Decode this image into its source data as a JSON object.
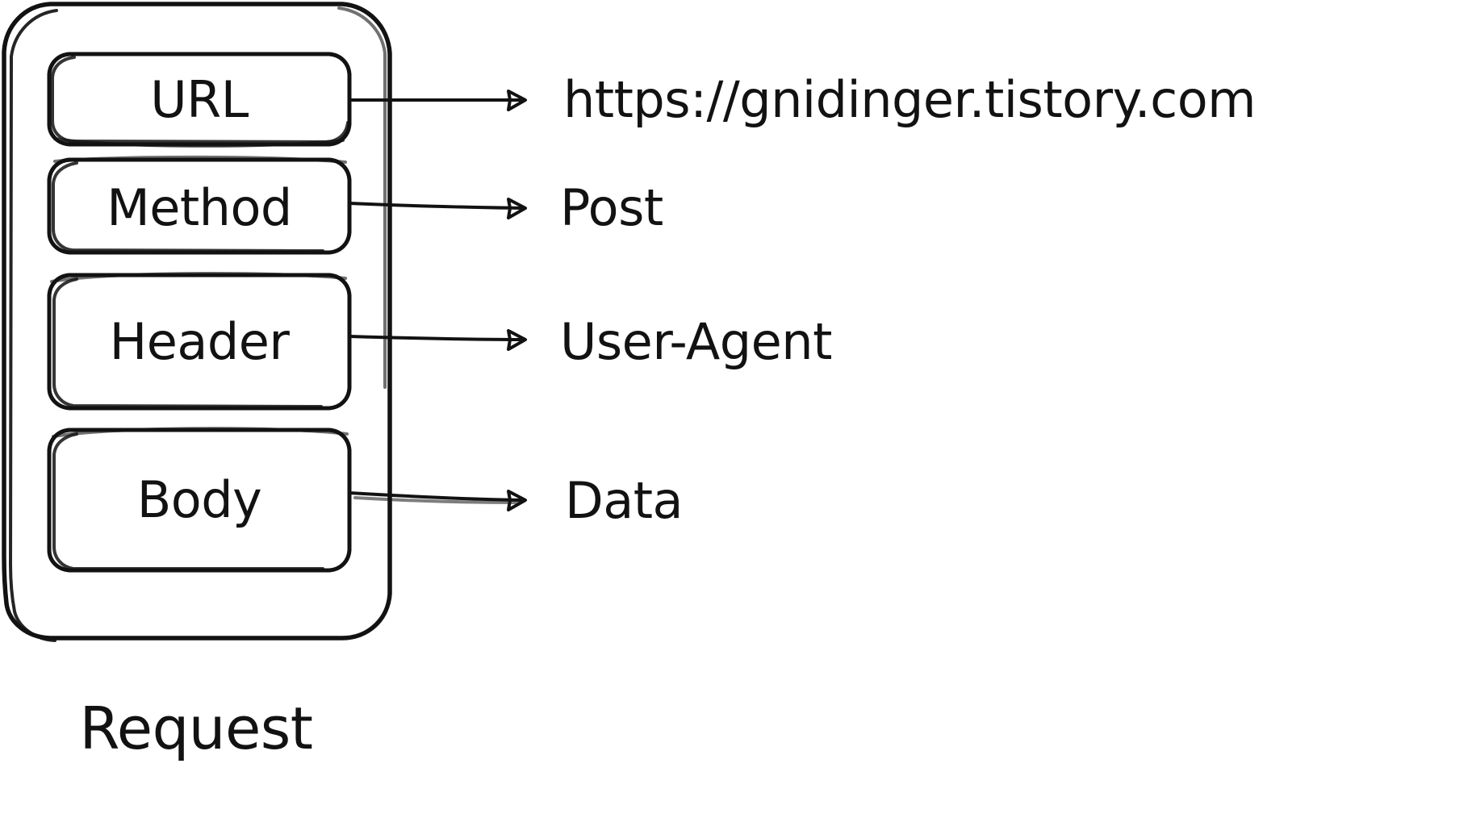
{
  "diagram": {
    "title": "Request",
    "container": {
      "name": "request-container",
      "label": "Request"
    },
    "fields": [
      {
        "key": "url",
        "label": "URL",
        "value": "https://gnidinger.tistory.com",
        "connector": "arrow-right"
      },
      {
        "key": "method",
        "label": "Method",
        "value": "Post",
        "connector": "arrow-right"
      },
      {
        "key": "header",
        "label": "Header",
        "value": "User-Agent",
        "connector": "arrow-right"
      },
      {
        "key": "body",
        "label": "Body",
        "value": "Data",
        "connector": "arrow-right"
      }
    ],
    "style": {
      "stroke_color": "#121212",
      "background_color": "#ffffff",
      "fill_color": "transparent"
    }
  }
}
